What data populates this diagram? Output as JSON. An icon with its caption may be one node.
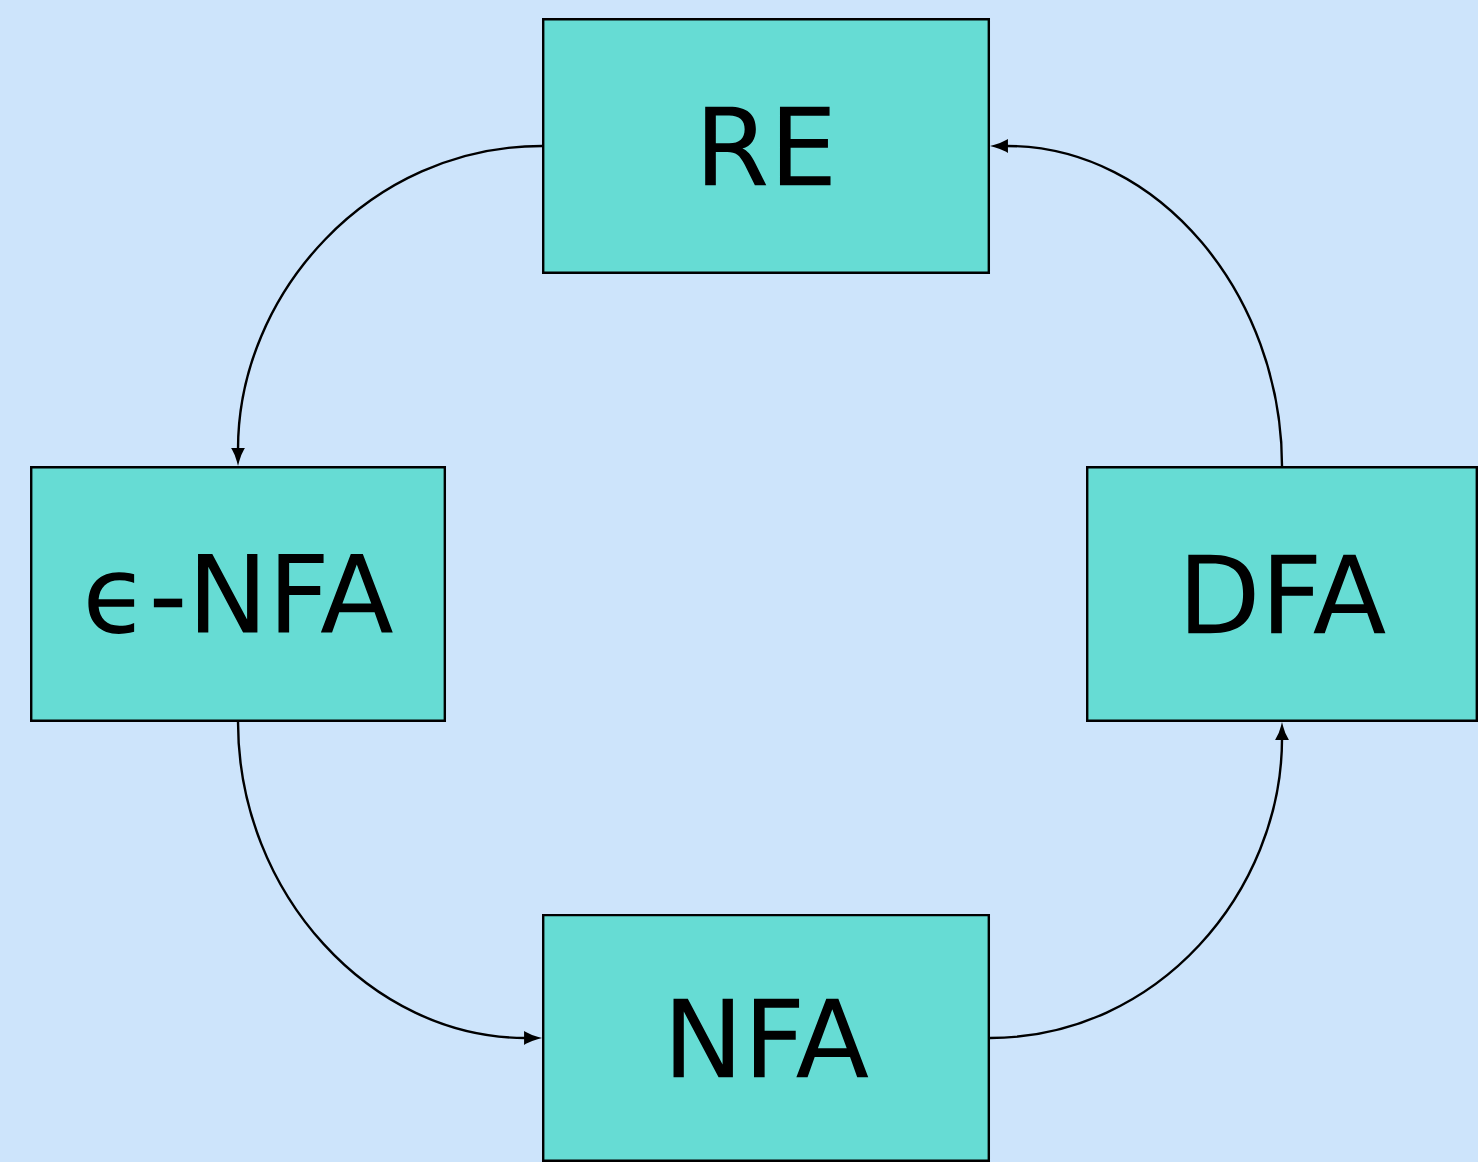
{
  "diagram": {
    "nodes": [
      {
        "text": [
          "RE"
        ]
      },
      {
        "text": [
          "ϵ-NFA"
        ]
      },
      {
        "text": [
          "DFA"
        ]
      },
      {
        "text": [
          "NFA"
        ]
      }
    ],
    "edges": [
      {
        "from": 0,
        "to": 1,
        "arrow": "to"
      },
      {
        "from": 1,
        "to": 3,
        "arrow": "to"
      },
      {
        "from": 3,
        "to": 2,
        "arrow": "to"
      },
      {
        "from": 2,
        "to": 0,
        "arrow": "to"
      }
    ]
  }
}
